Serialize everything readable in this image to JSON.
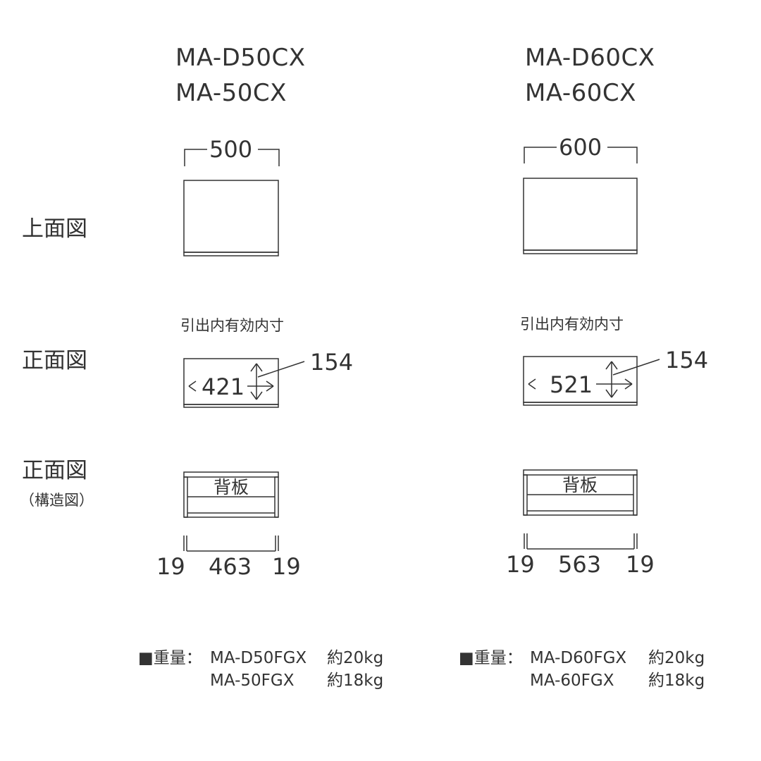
{
  "row_labels": {
    "top_view": "上面図",
    "front_view": "正面図",
    "front_struct": "正面図",
    "front_struct_sub": "（構造図）"
  },
  "models": [
    {
      "name_line1": "MA-D50CX",
      "name_line2": "MA-50CX",
      "top_width": "500",
      "drawer_note": "引出内有効内寸",
      "inner_width": "421",
      "inner_height": "154",
      "back_panel": "背板",
      "side_left": "19",
      "inner_span": "463",
      "side_right": "19",
      "weight_label": "■重量：",
      "weights": [
        {
          "model": "MA-D50FGX",
          "value": "約20kg"
        },
        {
          "model": "MA-50FGX",
          "value": "約18kg"
        }
      ]
    },
    {
      "name_line1": "MA-D60CX",
      "name_line2": "MA-60CX",
      "top_width": "600",
      "drawer_note": "引出内有効内寸",
      "inner_width": "521",
      "inner_height": "154",
      "back_panel": "背板",
      "side_left": "19",
      "inner_span": "563",
      "side_right": "19",
      "weight_label": "■重量：",
      "weights": [
        {
          "model": "MA-D60FGX",
          "value": "約20kg"
        },
        {
          "model": "MA-60FGX",
          "value": "約18kg"
        }
      ]
    }
  ]
}
